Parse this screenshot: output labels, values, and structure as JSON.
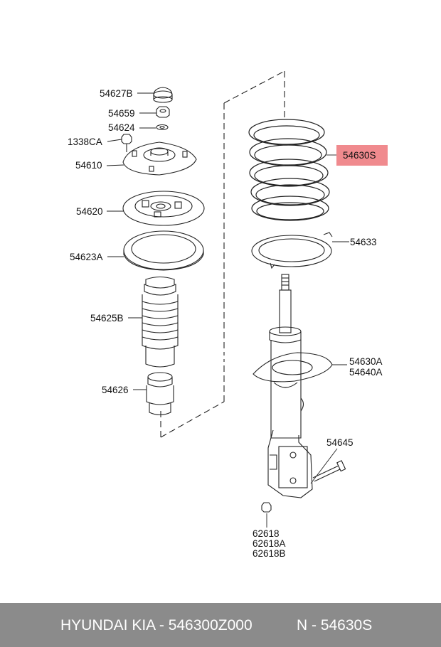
{
  "labels": {
    "p54627B": "54627B",
    "p54659": "54659",
    "p54624": "54624",
    "p1338CA": "1338CA",
    "p54610": "54610",
    "p54620": "54620",
    "p54623A": "54623A",
    "p54625B": "54625B",
    "p54626": "54626",
    "p54630S": "54630S",
    "p54633": "54633",
    "p54630A": "54630A",
    "p54640A": "54640A",
    "p54645": "54645",
    "p62618": "62618",
    "p62618A": "62618A",
    "p62618B": "62618B"
  },
  "highlight_color": "#f08a8e",
  "footer": {
    "brand": "HYUNDAI  KIA - 546300Z000",
    "part": "N - 54630S"
  }
}
